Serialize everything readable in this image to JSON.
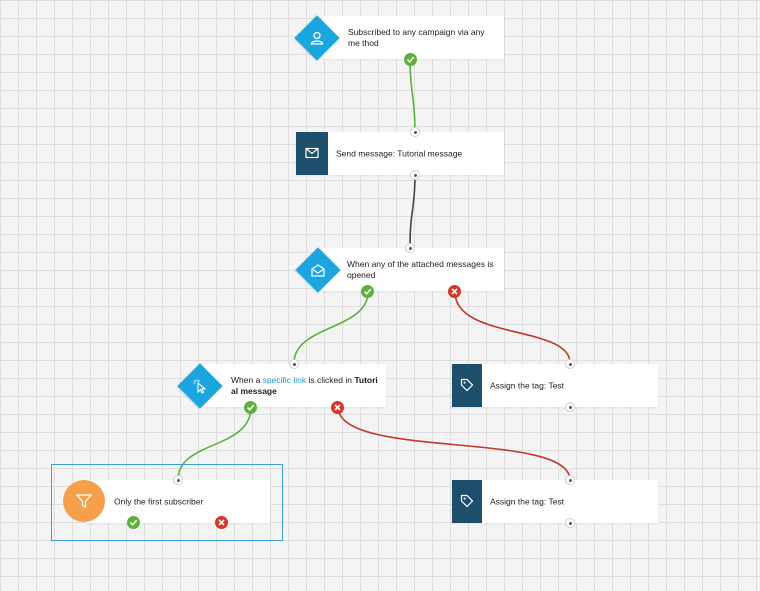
{
  "nodes": {
    "trigger_subscribed": {
      "label": "Subscribed to any campaign via any me thod"
    },
    "send_message": {
      "label": "Send message: Tutorial message"
    },
    "condition_opened": {
      "label": "When any of the attached messages is opened"
    },
    "condition_clicked": {
      "prefix": "When a ",
      "link_text": "specific link",
      "middle": " is clicked in ",
      "bold_tail": "Tutori al message"
    },
    "assign_tag_1": {
      "label": "Assign the tag: Test"
    },
    "assign_tag_2": {
      "label": "Assign the tag: Test"
    },
    "filter_first": {
      "label": "Only the first subscriber"
    }
  },
  "colors": {
    "trigger": "#1ba6e0",
    "action": "#1d4e6b",
    "filter": "#f6a04c",
    "yes_path": "#5cb13e",
    "no_path": "#c0392b",
    "default_path": "#444444",
    "selection": "#3aa0d6"
  },
  "icons": {
    "trigger_subscribed": "user-icon",
    "send_message": "envelope-icon",
    "condition_opened": "open-envelope-icon",
    "condition_clicked": "cursor-click-icon",
    "assign_tag": "tag-icon",
    "filter_first": "funnel-icon",
    "yes": "check-icon",
    "no": "x-icon"
  }
}
